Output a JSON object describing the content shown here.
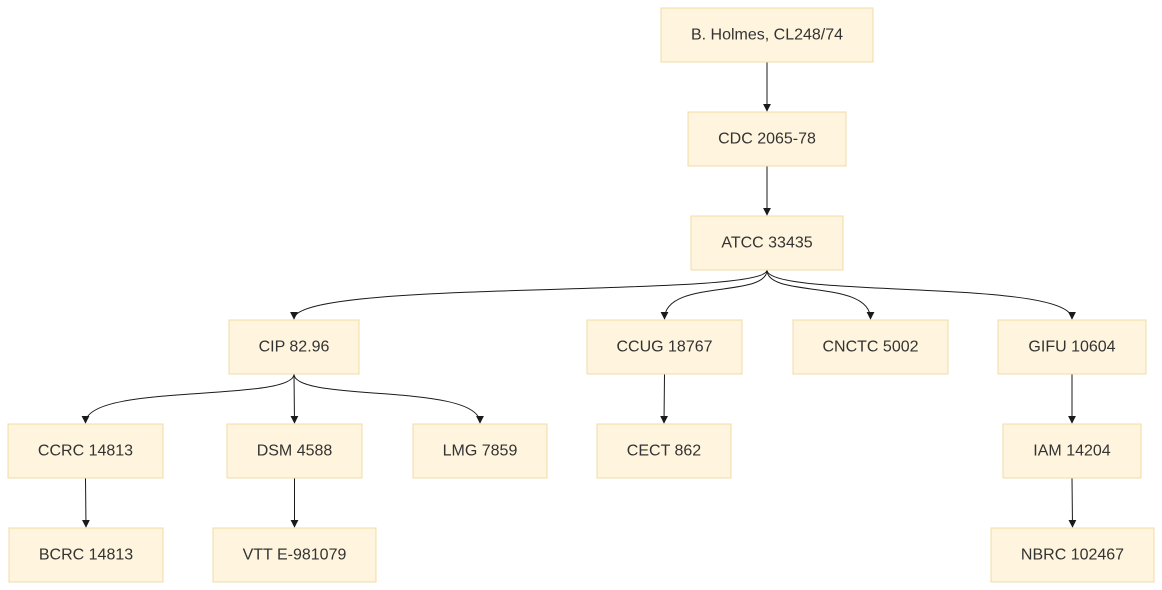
{
  "diagram": {
    "nodes": [
      {
        "id": "holmes",
        "label": "B. Holmes, CL248/74"
      },
      {
        "id": "cdc",
        "label": "CDC 2065-78"
      },
      {
        "id": "atcc",
        "label": "ATCC 33435"
      },
      {
        "id": "cip",
        "label": "CIP 82.96"
      },
      {
        "id": "ccug",
        "label": "CCUG 18767"
      },
      {
        "id": "cnctc",
        "label": "CNCTC 5002"
      },
      {
        "id": "gifu",
        "label": "GIFU 10604"
      },
      {
        "id": "ccrc",
        "label": "CCRC 14813"
      },
      {
        "id": "dsm",
        "label": "DSM 4588"
      },
      {
        "id": "lmg",
        "label": "LMG 7859"
      },
      {
        "id": "cect",
        "label": "CECT 862"
      },
      {
        "id": "iam",
        "label": "IAM 14204"
      },
      {
        "id": "bcrc",
        "label": "BCRC 14813"
      },
      {
        "id": "vtt",
        "label": "VTT E-981079"
      },
      {
        "id": "nbrc",
        "label": "NBRC 102467"
      }
    ],
    "edges": [
      {
        "from": "holmes",
        "to": "cdc"
      },
      {
        "from": "cdc",
        "to": "atcc"
      },
      {
        "from": "atcc",
        "to": "cip"
      },
      {
        "from": "atcc",
        "to": "ccug"
      },
      {
        "from": "atcc",
        "to": "cnctc"
      },
      {
        "from": "atcc",
        "to": "gifu"
      },
      {
        "from": "cip",
        "to": "ccrc"
      },
      {
        "from": "cip",
        "to": "dsm"
      },
      {
        "from": "cip",
        "to": "lmg"
      },
      {
        "from": "ccug",
        "to": "cect"
      },
      {
        "from": "gifu",
        "to": "iam"
      },
      {
        "from": "ccrc",
        "to": "bcrc"
      },
      {
        "from": "dsm",
        "to": "vtt"
      },
      {
        "from": "iam",
        "to": "nbrc"
      }
    ],
    "colors": {
      "node_fill": "#fff4dd",
      "node_stroke": "#f0dca8",
      "text": "#333333",
      "edge": "#1a1a1a"
    }
  }
}
